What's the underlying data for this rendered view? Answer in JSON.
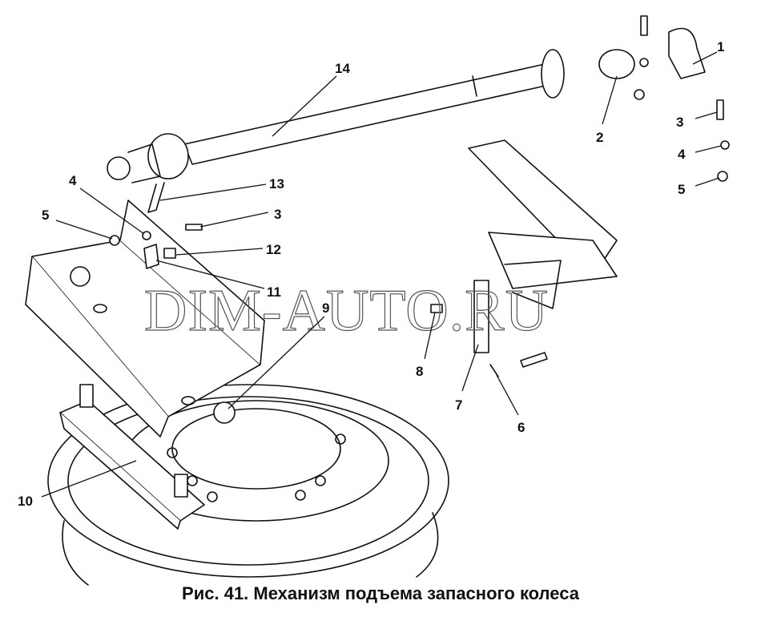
{
  "caption": "Рис. 41. Механизм подъема запасного колеса",
  "watermark": "DIM-AUTO.RU",
  "callouts": [
    {
      "id": "c1",
      "text": "1"
    },
    {
      "id": "c14",
      "text": "14"
    },
    {
      "id": "c2",
      "text": "2"
    },
    {
      "id": "c3r",
      "text": "3"
    },
    {
      "id": "c4r",
      "text": "4"
    },
    {
      "id": "c5r",
      "text": "5"
    },
    {
      "id": "c13",
      "text": "13"
    },
    {
      "id": "c4l",
      "text": "4"
    },
    {
      "id": "c5l",
      "text": "5"
    },
    {
      "id": "c3l",
      "text": "3"
    },
    {
      "id": "c12",
      "text": "12"
    },
    {
      "id": "c11",
      "text": "11"
    },
    {
      "id": "c9",
      "text": "9"
    },
    {
      "id": "c8",
      "text": "8"
    },
    {
      "id": "c7",
      "text": "7"
    },
    {
      "id": "c6",
      "text": "6"
    },
    {
      "id": "c10",
      "text": "10"
    }
  ]
}
